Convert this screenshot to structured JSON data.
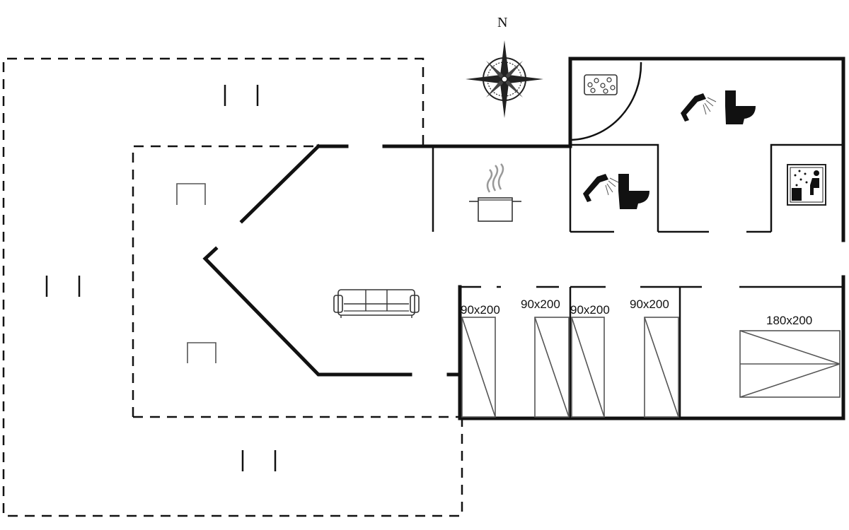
{
  "compass": {
    "label": "N"
  },
  "beds": [
    {
      "label": "90x200"
    },
    {
      "label": "90x200"
    },
    {
      "label": "90x200"
    },
    {
      "label": "90x200"
    },
    {
      "label": "180x200"
    }
  ],
  "icons": [
    "compass-rose-icon",
    "jacuzzi-icon",
    "shower-icon",
    "toilet-icon",
    "sauna-icon",
    "cooking-pot-icon",
    "sofa-icon"
  ]
}
